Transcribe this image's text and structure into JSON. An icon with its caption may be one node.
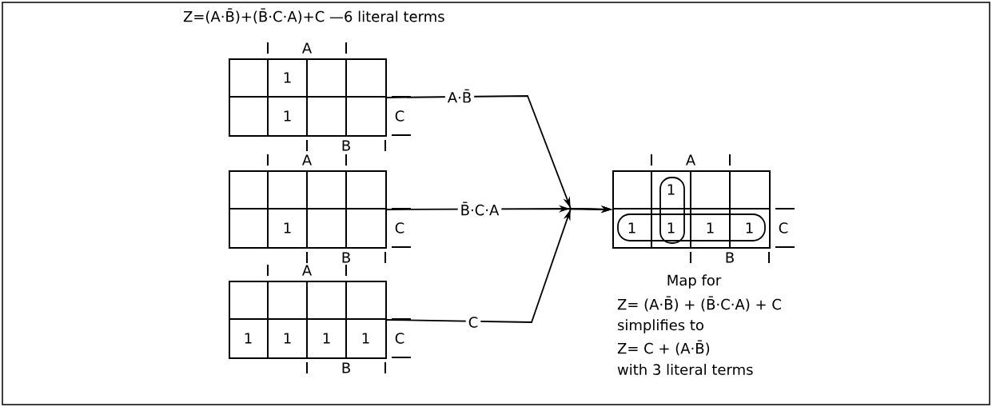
{
  "diagram": {
    "title": "Z=(A·B̄)+(B̄·C·A)+C —6 literal terms",
    "nodes": [
      {
        "text": [
          "A",
          "1",
          "1",
          "C",
          "B"
        ]
      },
      {
        "text": [
          "A",
          "1",
          "C",
          "B"
        ]
      },
      {
        "text": [
          "A",
          "1",
          "1",
          "1",
          "1",
          "C",
          "B"
        ]
      },
      {
        "text": [
          "A",
          "1",
          "1",
          "1",
          "1",
          "1",
          "C",
          "B"
        ],
        "beside": [
          "Map for",
          "Z= (A·B̄) + (B̄·C·A) + C",
          "simplifies to",
          "Z= C + (A·B̄)",
          "with 3 literal terms"
        ]
      }
    ],
    "edges": [
      {
        "from": 0,
        "to": 3,
        "arrow": "to",
        "label": "A·B̄"
      },
      {
        "from": 1,
        "to": 3,
        "arrow": "to",
        "label": "B̄·C·A"
      },
      {
        "from": 2,
        "to": 3,
        "arrow": "to",
        "label": "C"
      }
    ]
  }
}
